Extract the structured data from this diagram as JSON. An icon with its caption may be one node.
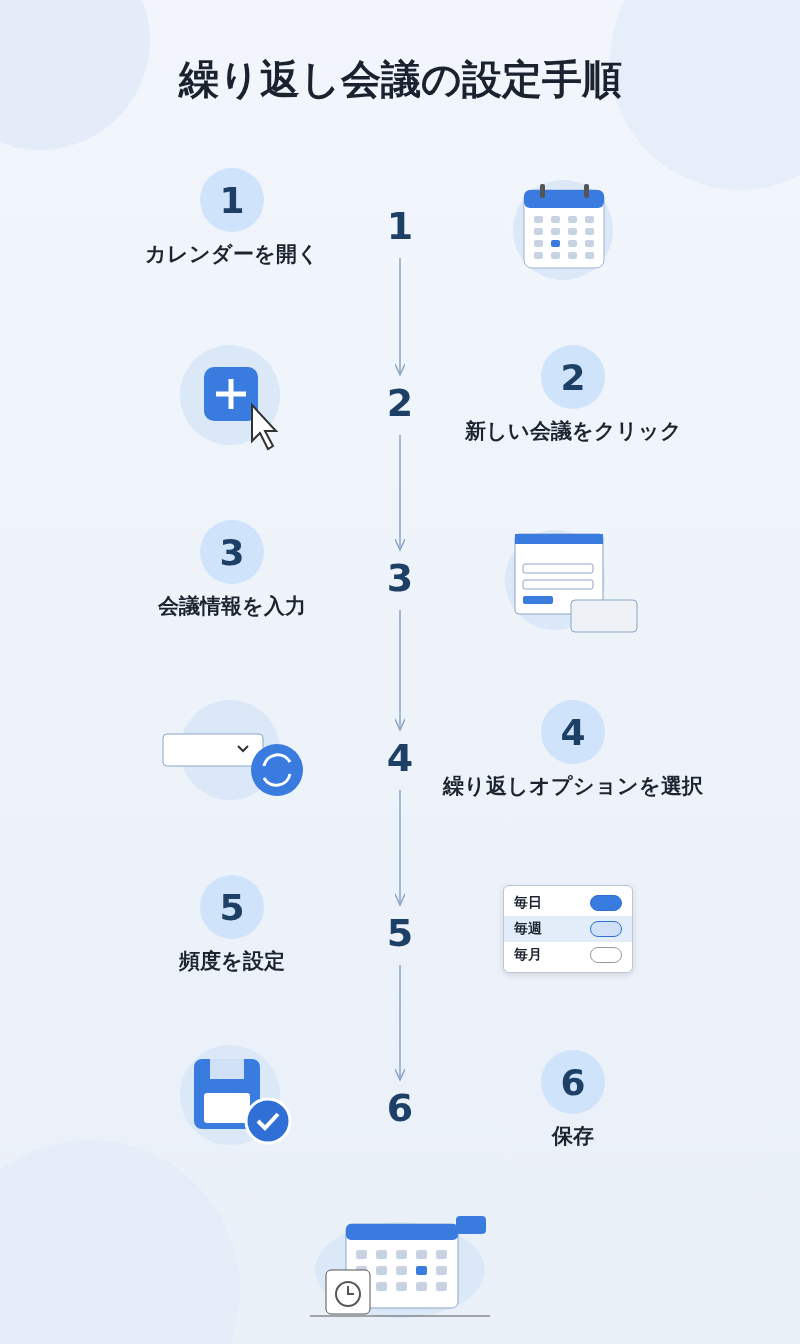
{
  "diagram": {
    "title": "繰り返し会議の設定手順",
    "nodes": [
      {
        "text": [
          "1"
        ],
        "beside": [
          "カレンダーを開く"
        ]
      },
      {
        "text": [
          "1"
        ]
      },
      {
        "text": [
          "2"
        ],
        "beside": [
          "新しい会議をクリック"
        ]
      },
      {
        "text": [
          "2"
        ]
      },
      {
        "text": [
          "3"
        ],
        "beside": [
          "会議情報を入力"
        ]
      },
      {
        "text": [
          "3"
        ]
      },
      {
        "text": [
          "4"
        ],
        "beside": [
          "繰り返しオプションを選択"
        ]
      },
      {
        "text": [
          "4"
        ]
      },
      {
        "text": [
          "5"
        ],
        "beside": [
          "頻度を設定"
        ]
      },
      {
        "text": [
          "5"
        ]
      },
      {
        "text": [
          "6"
        ],
        "beside": [
          "保存"
        ]
      },
      {
        "text": [
          "6"
        ]
      }
    ],
    "edges": [
      {
        "from": 1,
        "to": 3,
        "arrow": "to"
      },
      {
        "from": 3,
        "to": 5,
        "arrow": "to"
      },
      {
        "from": 5,
        "to": 7,
        "arrow": "to"
      },
      {
        "from": 7,
        "to": 9,
        "arrow": "to"
      },
      {
        "from": 9,
        "to": 11,
        "arrow": "to"
      }
    ],
    "labels": [
      "毎日",
      "毎週",
      "毎月"
    ]
  }
}
